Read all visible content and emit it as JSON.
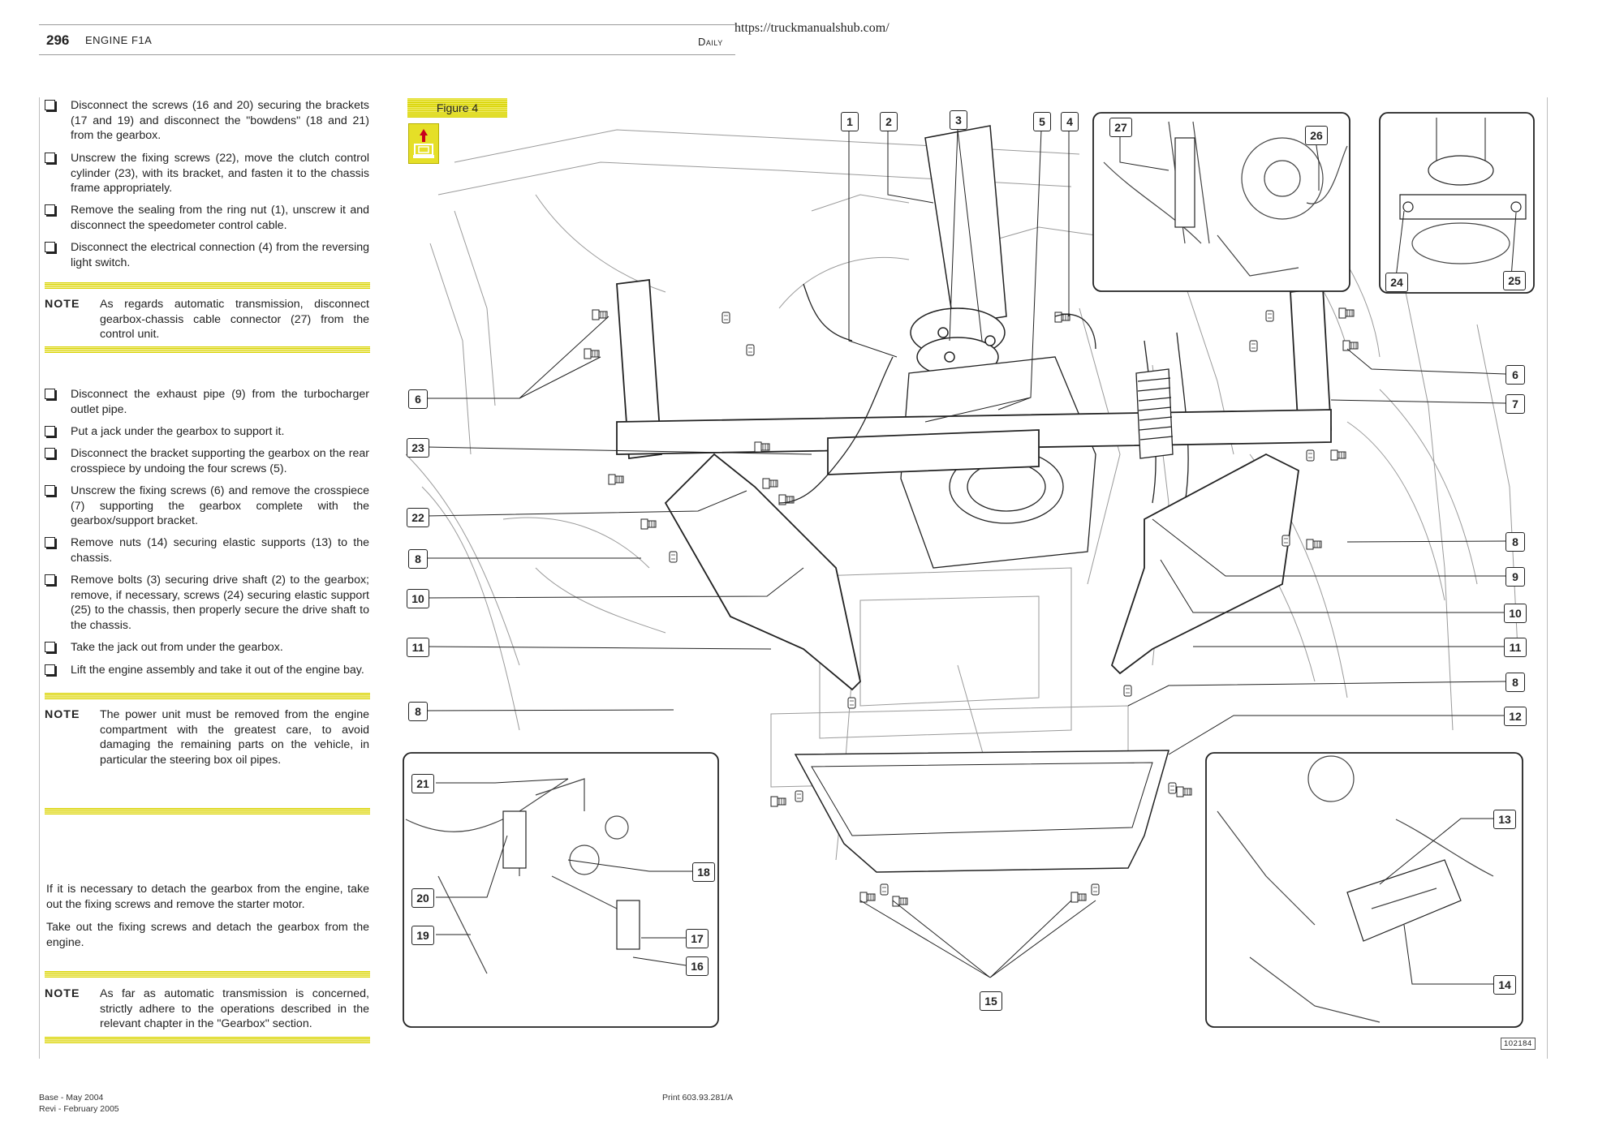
{
  "header": {
    "page_number": "296",
    "section": "ENGINE F1A",
    "model": "Daily",
    "url": "https://truckmanualshub.com/"
  },
  "steps_a": [
    "Disconnect the screws (16 and 20) securing the brackets (17 and 19) and disconnect the \"bowdens\" (18 and 21) from the gearbox.",
    "Unscrew the fixing screws (22), move the clutch control cylinder (23), with its bracket, and fasten it to the chassis frame appropriately.",
    "Remove the sealing from the ring nut (1), unscrew it and disconnect the speedometer control cable.",
    "Disconnect the electrical connection (4) from the reversing light switch."
  ],
  "note_1": {
    "label": "NOTE",
    "text": "As regards automatic transmission, disconnect gearbox-chassis cable connector (27) from the control unit."
  },
  "steps_b": [
    "Disconnect the exhaust pipe (9) from the turbocharger outlet pipe.",
    "Put a jack under the gearbox to support it.",
    "Disconnect the bracket supporting the gearbox on the rear crosspiece by undoing the four screws (5).",
    "Unscrew the fixing screws (6) and remove the crosspiece (7) supporting the gearbox complete with the gearbox/support bracket.",
    "Remove nuts (14) securing elastic supports (13) to the chassis.",
    "Remove bolts (3) securing drive shaft (2) to the gearbox; remove, if necessary, screws (24) securing elastic support (25) to the chassis, then properly secure the drive shaft to the chassis.",
    "Take the jack out from under the gearbox.",
    "Lift the engine assembly and take it out of the engine bay."
  ],
  "note_2": {
    "label": "NOTE",
    "text": "The power unit must be removed from the engine compartment with the greatest care, to avoid damaging the remaining parts on the vehicle, in particular the steering box oil pipes."
  },
  "paragraphs": [
    "If it is necessary to detach the gearbox from the engine, take out the fixing screws and remove the starter motor.",
    "Take out the fixing screws and detach the gearbox from the engine."
  ],
  "note_3": {
    "label": "NOTE",
    "text": "As far as automatic transmission is concerned, strictly adhere to the operations described in the relevant chapter in the \"Gearbox\" section."
  },
  "figure": {
    "label": "Figure 4",
    "number": "102184",
    "callouts": {
      "c1": "1",
      "c2": "2",
      "c3": "3",
      "c4": "4",
      "c5": "5",
      "c6": "6",
      "c7": "7",
      "c8": "8",
      "c9": "9",
      "c10": "10",
      "c11": "11",
      "c12": "12",
      "c13": "13",
      "c14": "14",
      "c15": "15",
      "c16": "16",
      "c17": "17",
      "c18": "18",
      "c19": "19",
      "c20": "20",
      "c21": "21",
      "c22": "22",
      "c23": "23",
      "c24": "24",
      "c25": "25",
      "c26": "26",
      "c27": "27"
    }
  },
  "footer": {
    "edition": "Base - May 2004",
    "revision": "Revi - February 2005",
    "print": "Print 603.93.281/A"
  }
}
